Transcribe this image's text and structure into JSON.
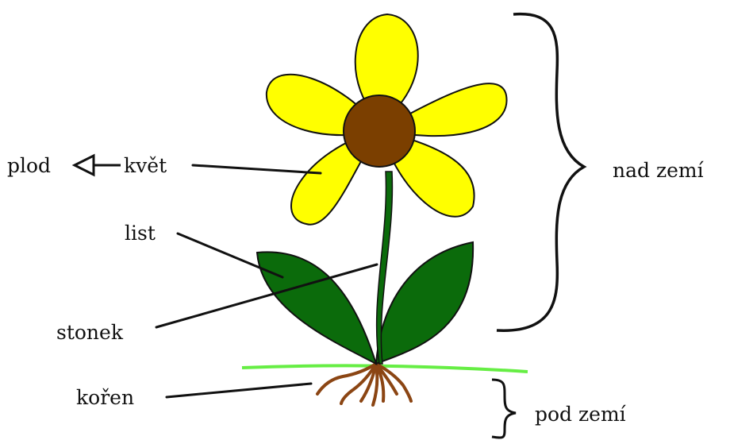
{
  "labels": {
    "plod": "plod",
    "kvet": "květ",
    "list": "list",
    "stonek": "stonek",
    "koren": "kořen",
    "nad_zemi": "nad zemí",
    "pod_zemi": "pod zemí"
  },
  "colors": {
    "petal": "#ffff00",
    "center": "#7b3f00",
    "leaf": "#0b6b0b",
    "stem": "#0b6b0b",
    "ground": "#66ee44",
    "root": "#8b4513",
    "line": "#111111"
  }
}
